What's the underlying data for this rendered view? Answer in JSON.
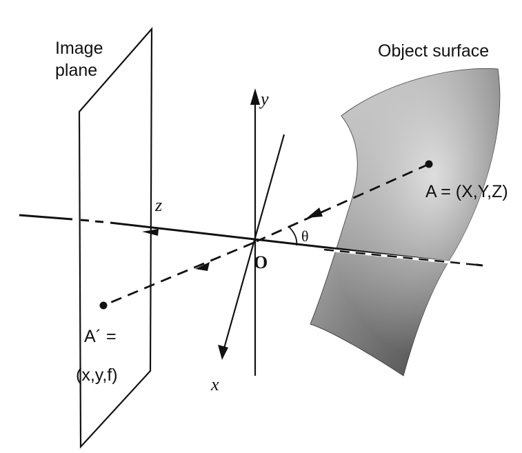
{
  "labels": {
    "image_plane_line1": "Image",
    "image_plane_line2": "plane",
    "object_surface": "Object surface",
    "axis_x": "x",
    "axis_y": "y",
    "axis_z": "z",
    "origin": "O",
    "angle": "θ",
    "point_a": "A = (X,Y,Z)",
    "point_a_prime_line1": "A´ =",
    "point_a_prime_line2": "(x,y,f)"
  },
  "colors": {
    "ink": "#111111",
    "surface_light": "#d6d6d6",
    "surface_mid": "#8a8a8a",
    "surface_dark": "#3a3a3a"
  }
}
